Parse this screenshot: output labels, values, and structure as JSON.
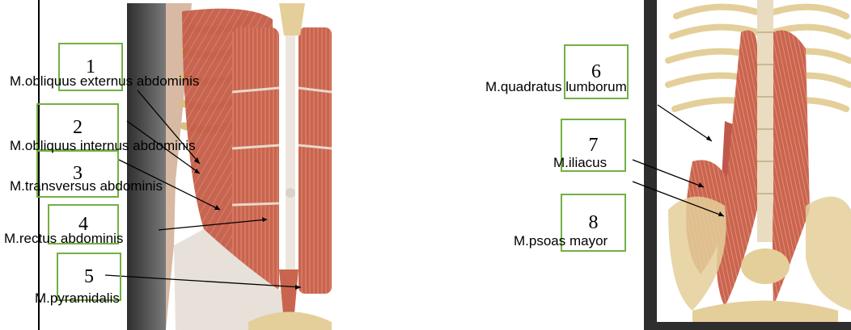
{
  "colors": {
    "box_border": "#72b043",
    "muscle": "#c9654f",
    "muscle_dark": "#a9473a",
    "bone": "#e4cf9a",
    "tendon": "#e9e2da",
    "panel_dark": "#3a3a3a"
  },
  "labels": [
    {
      "number": "1",
      "name": "M.obliquus externus abdominis"
    },
    {
      "number": "2",
      "name": "M.obliquus internus abdominis"
    },
    {
      "number": "3",
      "name": "M.transversus abdominis"
    },
    {
      "number": "4",
      "name": "M.rectus abdominis"
    },
    {
      "number": "5",
      "name": "M.pyramidalis"
    },
    {
      "number": "6",
      "name": "M.quadratus lumborum"
    },
    {
      "number": "7",
      "name": "M.iliacus"
    },
    {
      "number": "8",
      "name": "M.psoas mayor"
    }
  ]
}
